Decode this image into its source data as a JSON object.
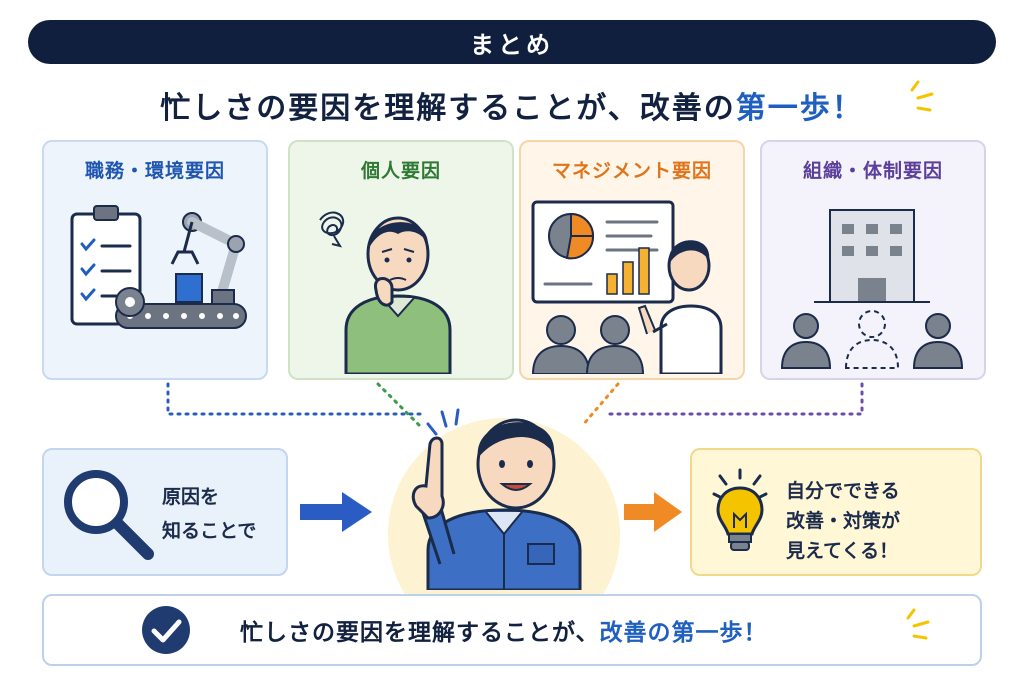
{
  "banner": {
    "title": "まとめ"
  },
  "headline": {
    "prefix": "忙しさの要因を理解することが、改善の",
    "accent": "第一歩",
    "suffix": "！"
  },
  "cards": [
    {
      "title": "職務・環境要因"
    },
    {
      "title": "個人要因"
    },
    {
      "title": "マネジメント要因"
    },
    {
      "title": "組織・体制要因"
    }
  ],
  "cause": {
    "line1": "原因を",
    "line2": "知ることで"
  },
  "result": {
    "line1": "自分でできる",
    "line2": "改善・対策が",
    "line3": "見えてくる！"
  },
  "footer": {
    "prefix": "忙しさの要因を理解することが、",
    "accent": "改善の第一歩",
    "suffix": "！"
  },
  "colors": {
    "navy": "#0f1f3d",
    "accent_blue": "#1f5fbf",
    "green": "#2e7a32",
    "orange": "#e0741b",
    "purple": "#5b3f9a",
    "arrow_blue": "#2a5cc4",
    "arrow_orange": "#f08a24",
    "highlight_yellow": "#f5c400"
  },
  "icons": [
    "checklist-icon",
    "robot-arm-icon",
    "conveyor-icon",
    "thinking-man-icon",
    "tangled-thought-icon",
    "presentation-icon",
    "audience-icon",
    "building-icon",
    "team-icon",
    "magnifier-icon",
    "pointing-worker-icon",
    "lightbulb-icon",
    "check-circle-icon",
    "sparkle-icon"
  ]
}
